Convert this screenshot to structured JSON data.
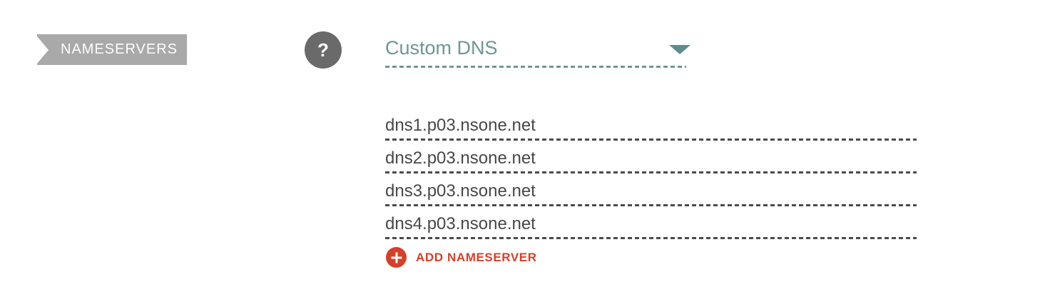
{
  "section": {
    "label": "NAMESERVERS"
  },
  "help": {
    "glyph": "?"
  },
  "dns_select": {
    "value": "Custom DNS"
  },
  "nameservers": [
    "dns1.p03.nsone.net",
    "dns2.p03.nsone.net",
    "dns3.p03.nsone.net",
    "dns4.p03.nsone.net"
  ],
  "add_nameserver": {
    "label": "ADD NAMESERVER"
  },
  "colors": {
    "banner_bg": "#a9a9a9",
    "banner_text": "#ffffff",
    "help_bg": "#6a6a6a",
    "teal_accent": "#6e9696",
    "text_dark": "#484848",
    "dash_dark": "#4b4b4b",
    "red_accent": "#d5402a"
  }
}
